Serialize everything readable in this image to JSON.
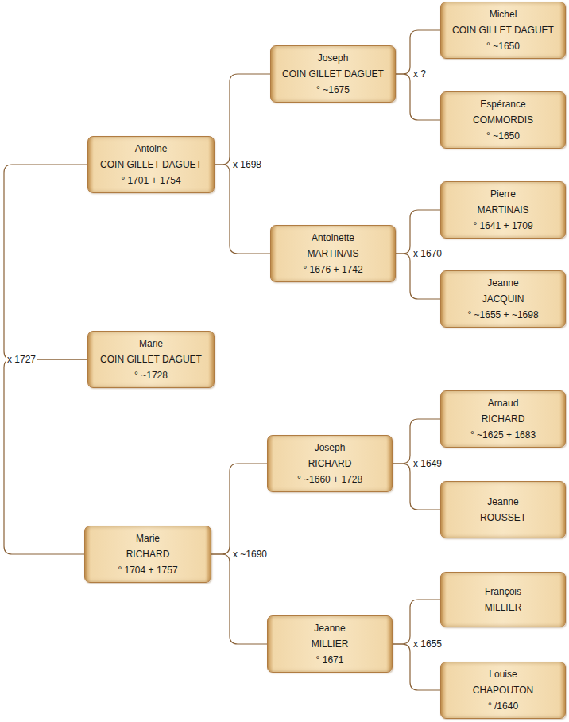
{
  "diagram": {
    "nodes": [
      {
        "text": [
          "Antoine",
          "COIN GILLET DAGUET",
          "° 1701 + 1754"
        ]
      },
      {
        "text": [
          "Marie",
          "COIN GILLET DAGUET",
          "° ~1728"
        ]
      },
      {
        "text": [
          "Marie",
          "RICHARD",
          "° 1704 + 1757"
        ]
      },
      {
        "text": [
          "Joseph",
          "COIN GILLET DAGUET",
          "° ~1675"
        ]
      },
      {
        "text": [
          "Antoinette",
          "MARTINAIS",
          "° 1676 + 1742"
        ]
      },
      {
        "text": [
          "Joseph",
          "RICHARD",
          "° ~1660 + 1728"
        ]
      },
      {
        "text": [
          "Jeanne",
          "MILLIER",
          "° 1671"
        ]
      },
      {
        "text": [
          "Michel",
          "COIN GILLET DAGUET",
          "° ~1650"
        ]
      },
      {
        "text": [
          "Espérance",
          "COMMORDIS",
          "° ~1650"
        ]
      },
      {
        "text": [
          "Pierre",
          "MARTINAIS",
          "° 1641 + 1709"
        ]
      },
      {
        "text": [
          "Jeanne",
          "JACQUIN",
          "° ~1655 + ~1698"
        ]
      },
      {
        "text": [
          "Arnaud",
          "RICHARD",
          "° ~1625 + 1683"
        ]
      },
      {
        "text": [
          "Jeanne",
          "ROUSSET"
        ]
      },
      {
        "text": [
          "François",
          "MILLIER"
        ]
      },
      {
        "text": [
          "Louise",
          "CHAPOUTON",
          "° /1640"
        ]
      }
    ],
    "edges": [
      {
        "from": 1,
        "to": 0,
        "arrow": "none",
        "label": "x 1727"
      },
      {
        "from": 1,
        "to": 2,
        "arrow": "none"
      },
      {
        "from": 0,
        "to": 3,
        "arrow": "none",
        "label": "x 1698"
      },
      {
        "from": 0,
        "to": 4,
        "arrow": "none"
      },
      {
        "from": 2,
        "to": 5,
        "arrow": "none",
        "label": "x ~1690"
      },
      {
        "from": 2,
        "to": 6,
        "arrow": "none"
      },
      {
        "from": 3,
        "to": 7,
        "arrow": "none",
        "label": "x ?"
      },
      {
        "from": 3,
        "to": 8,
        "arrow": "none"
      },
      {
        "from": 4,
        "to": 9,
        "arrow": "none",
        "label": "x 1670"
      },
      {
        "from": 4,
        "to": 10,
        "arrow": "none"
      },
      {
        "from": 5,
        "to": 11,
        "arrow": "none",
        "label": "x 1649"
      },
      {
        "from": 5,
        "to": 12,
        "arrow": "none"
      },
      {
        "from": 6,
        "to": 13,
        "arrow": "none",
        "label": "x 1655"
      },
      {
        "from": 6,
        "to": 14,
        "arrow": "none"
      }
    ]
  }
}
